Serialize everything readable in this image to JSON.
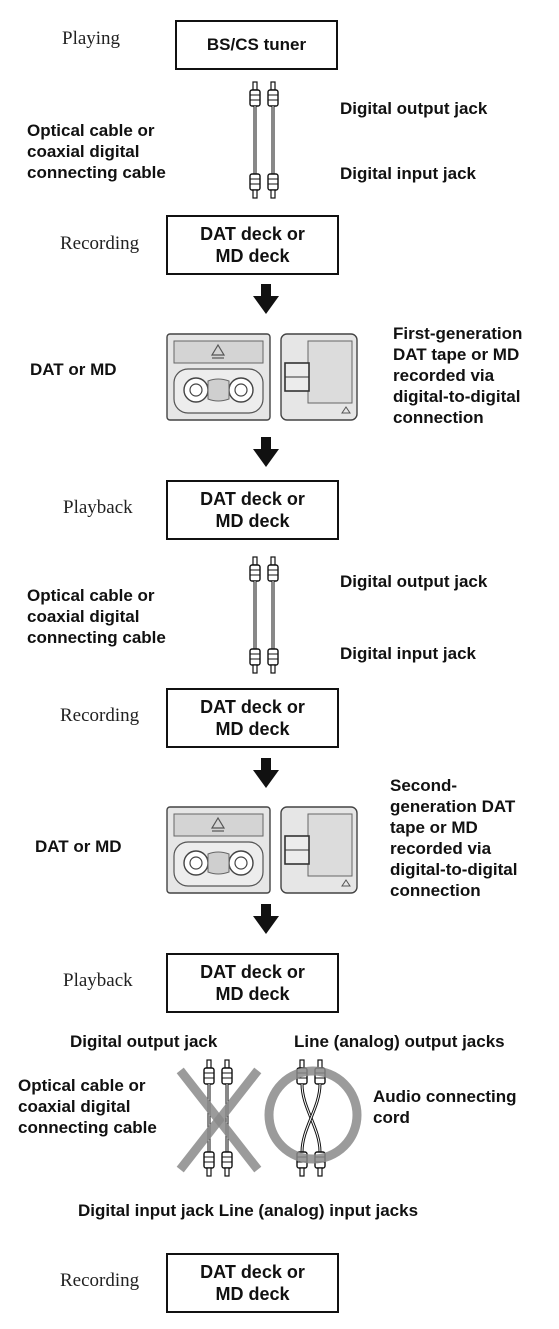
{
  "steps": {
    "playing": "Playing",
    "recording": "Recording",
    "playback": "Playback"
  },
  "devices": {
    "tuner": "BS/CS tuner",
    "deck": "DAT deck or\nMD deck"
  },
  "labels": {
    "digital_output_jack": "Digital output jack",
    "digital_input_jack": "Digital input jack",
    "cable": "Optical cable or\ncoaxial digital\nconnecting cable",
    "dat_or_md": "DAT or MD",
    "first_generation": "First-generation\nDAT tape or MD\nrecorded via\ndigital-to-digital\nconnection",
    "second_generation": "Second-\ngeneration DAT\ntape or MD\nrecorded via\ndigital-to-digital\nconnection",
    "line_output_jacks": "Line (analog) output jacks",
    "audio_connecting_cord": "Audio connecting\ncord",
    "input_jacks_line": "Digital input jack Line (analog) input jacks"
  },
  "colors": {
    "prohibited_mark": "#8a8a8a",
    "allowed_mark": "#8a8a8a",
    "arrow": "#111111",
    "media_fill": "#e6e6e6"
  },
  "icons": [
    "connection-cable-icon",
    "down-arrow-icon",
    "dat-cassette-icon",
    "minidisc-icon",
    "prohibited-x-icon",
    "allowed-circle-icon"
  ]
}
